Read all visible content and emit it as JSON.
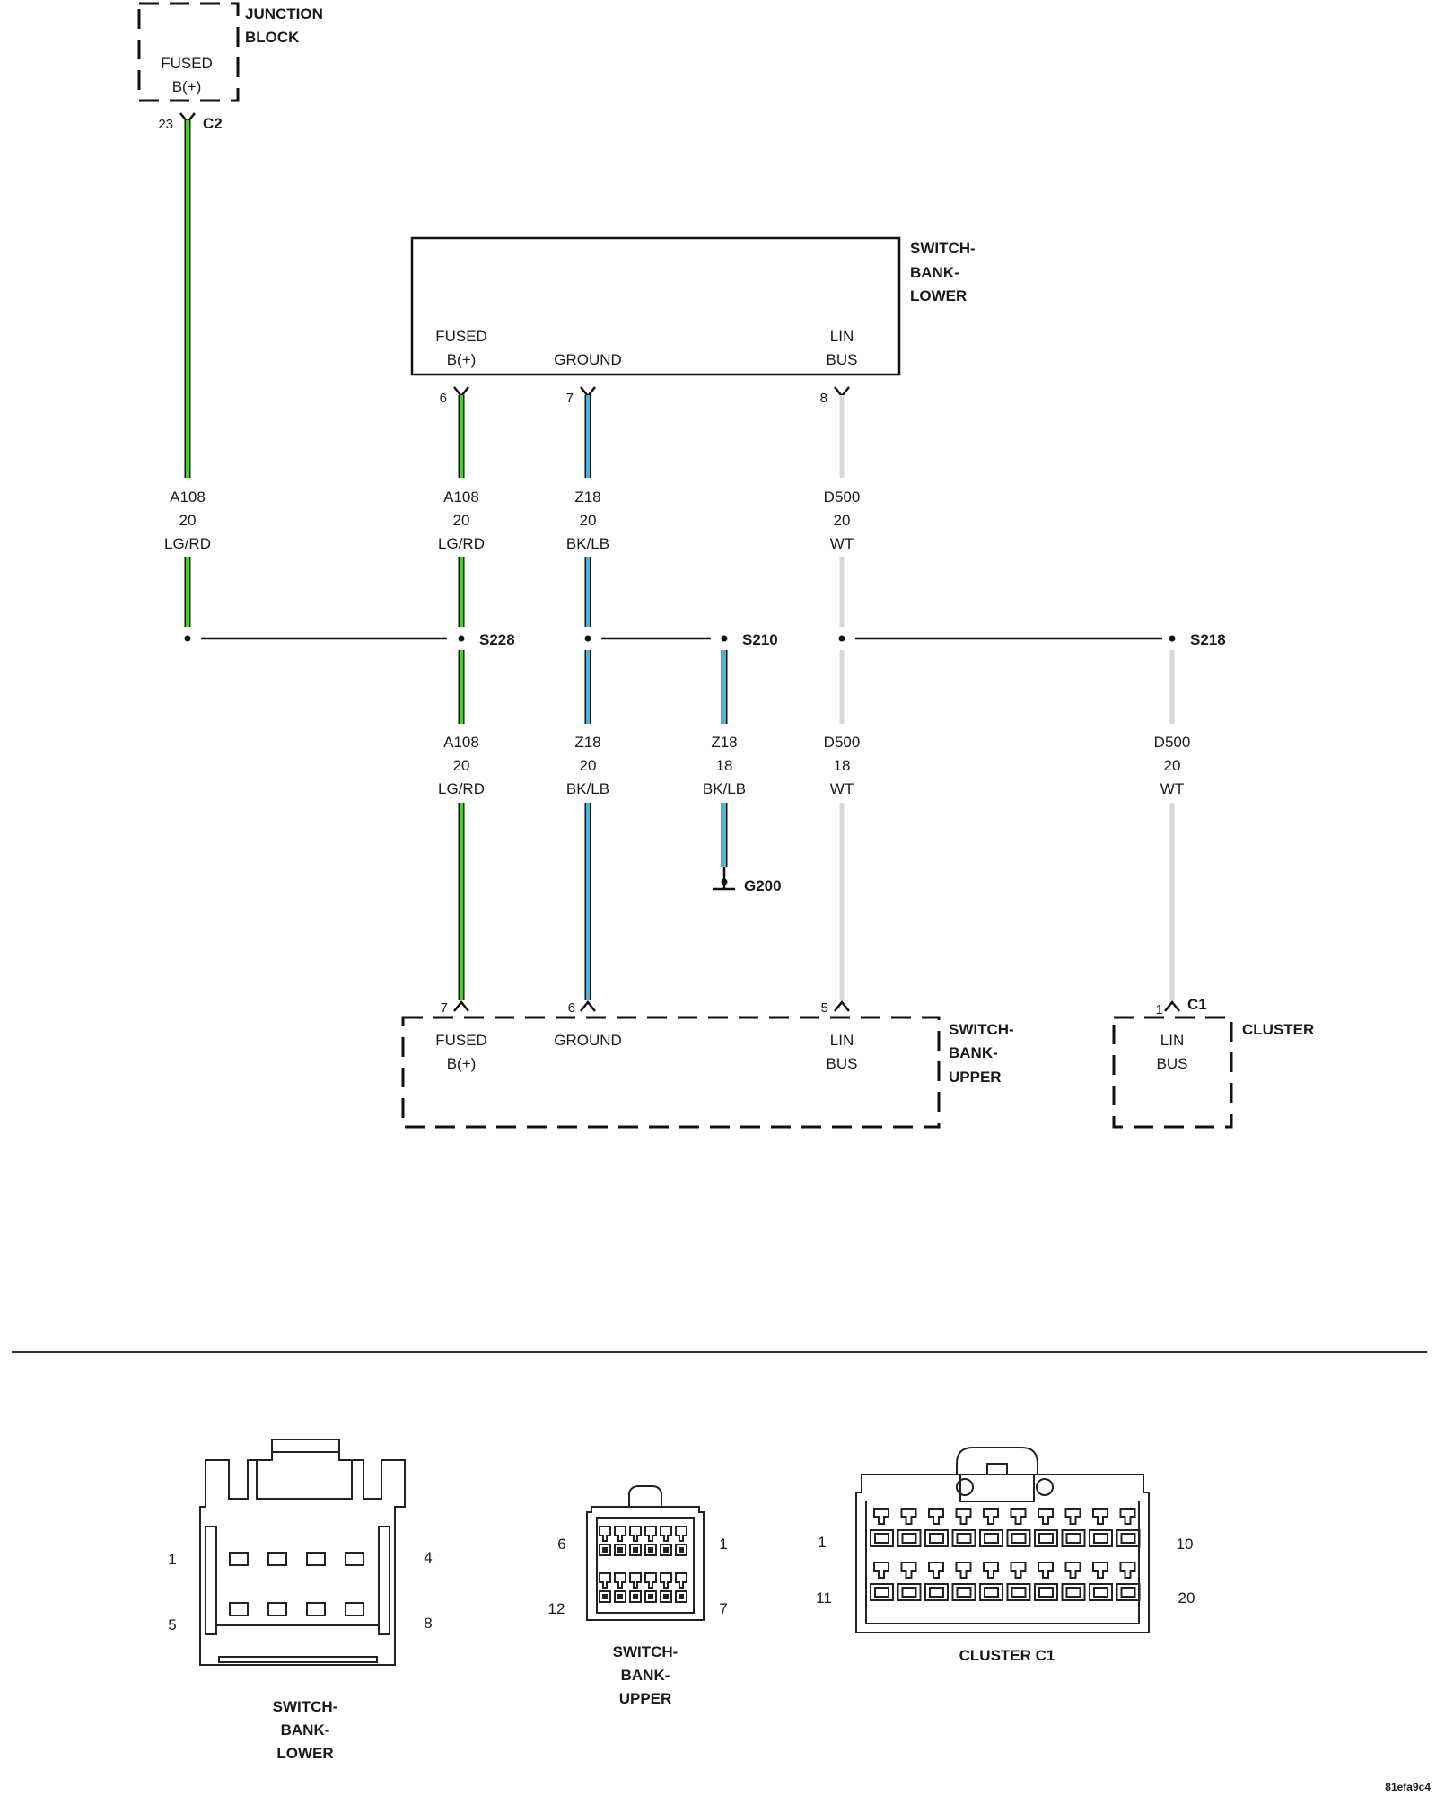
{
  "colors": {
    "wire_lg_rd": "#4fce2a",
    "wire_bk_lb": "#4fb5d6",
    "wire_wt": "#d8d8d8",
    "line": "#111111"
  },
  "components": {
    "junction_block": {
      "name_line1": "JUNCTION",
      "name_line2": "BLOCK",
      "pin_label_1": "FUSED",
      "pin_label_2": "B(+)",
      "pin": "23",
      "connector": "C2"
    },
    "switch_bank_lower": {
      "name_line1": "SWITCH-",
      "name_line2": "BANK-",
      "name_line3": "LOWER",
      "pins": [
        {
          "num": "6",
          "label1": "FUSED",
          "label2": "B(+)"
        },
        {
          "num": "7",
          "label1": "",
          "label2": "GROUND"
        },
        {
          "num": "8",
          "label1": "LIN",
          "label2": "BUS"
        }
      ]
    },
    "switch_bank_upper": {
      "name_line1": "SWITCH-",
      "name_line2": "BANK-",
      "name_line3": "UPPER",
      "pins": [
        {
          "num": "7",
          "label1": "FUSED",
          "label2": "B(+)"
        },
        {
          "num": "6",
          "label1": "GROUND",
          "label2": ""
        },
        {
          "num": "5",
          "label1": "LIN",
          "label2": "BUS"
        }
      ]
    },
    "cluster": {
      "name": "CLUSTER",
      "connector": "C1",
      "pin": "1",
      "label1": "LIN",
      "label2": "BUS"
    }
  },
  "wires": [
    {
      "id": "w1",
      "circuit": "A108",
      "gauge": "20",
      "color": "LG/RD"
    },
    {
      "id": "w2",
      "circuit": "A108",
      "gauge": "20",
      "color": "LG/RD"
    },
    {
      "id": "w3",
      "circuit": "Z18",
      "gauge": "20",
      "color": "BK/LB"
    },
    {
      "id": "w4",
      "circuit": "D500",
      "gauge": "20",
      "color": "WT"
    },
    {
      "id": "w5",
      "circuit": "A108",
      "gauge": "20",
      "color": "LG/RD"
    },
    {
      "id": "w6",
      "circuit": "Z18",
      "gauge": "20",
      "color": "BK/LB"
    },
    {
      "id": "w7",
      "circuit": "Z18",
      "gauge": "18",
      "color": "BK/LB"
    },
    {
      "id": "w8",
      "circuit": "D500",
      "gauge": "18",
      "color": "WT"
    },
    {
      "id": "w9",
      "circuit": "D500",
      "gauge": "20",
      "color": "WT"
    }
  ],
  "splices": {
    "s228": "S228",
    "s210": "S210",
    "s218": "S218"
  },
  "ground": "G200",
  "connector_views": {
    "switch_bank_lower": {
      "line1": "SWITCH-",
      "line2": "BANK-",
      "line3": "LOWER",
      "pin_tl": "1",
      "pin_tr": "4",
      "pin_bl": "5",
      "pin_br": "8"
    },
    "switch_bank_upper": {
      "line1": "SWITCH-",
      "line2": "BANK-",
      "line3": "UPPER",
      "pin_tl": "6",
      "pin_tr": "1",
      "pin_bl": "12",
      "pin_br": "7"
    },
    "cluster_c1": {
      "caption": "CLUSTER C1",
      "pin_tl": "1",
      "pin_tr": "10",
      "pin_bl": "11",
      "pin_br": "20"
    }
  },
  "footer_code": "81efa9c4"
}
